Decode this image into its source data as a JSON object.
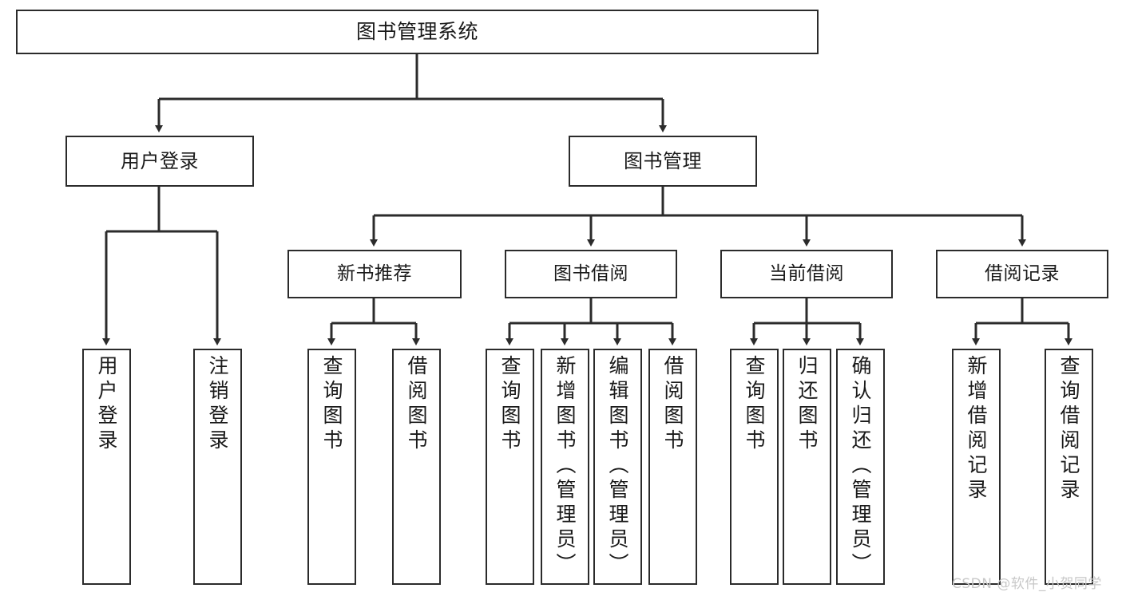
{
  "diagram": {
    "title": "图书管理系统",
    "watermark": "CSDN @软件_小贺同学",
    "stroke_color": "#2b2b2b",
    "fill_color": "#ffffff",
    "watermark_color": "#c8c8c8",
    "nodes": {
      "root": "图书管理系统",
      "level2": [
        "用户登录",
        "图书管理"
      ],
      "level3": [
        "新书推荐",
        "图书借阅",
        "当前借阅",
        "借阅记录"
      ],
      "leaves": {
        "user_login": [
          "用户登录",
          "注销登录"
        ],
        "new_book_recommend": [
          "查询图书",
          "借阅图书"
        ],
        "book_borrow": [
          "查询图书",
          "新增图书（管理员）",
          "编辑图书（管理员）",
          "借阅图书"
        ],
        "current_borrow": [
          "查询图书",
          "归还图书",
          "确认归还（管理员）"
        ],
        "borrow_record": [
          "新增借阅记录",
          "查询借阅记录"
        ]
      }
    }
  }
}
